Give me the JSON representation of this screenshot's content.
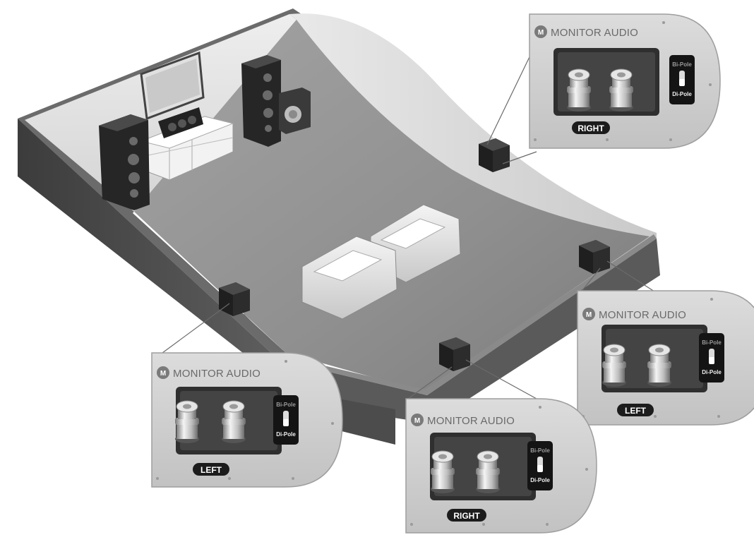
{
  "figure": {
    "brand_name": "MONITOR AUDIO",
    "brand_logo_icon": "monitor-audio-logo",
    "colors": {
      "room_floor": "#8c8c8c",
      "room_wall": "#5a5a5a",
      "panel_plate": "#d7d7d7",
      "panel_recess": "#3a3a3a",
      "switch_body": "#141414"
    },
    "panels": [
      {
        "id": "rear-right",
        "side_label": "RIGHT",
        "switch_top": "Bi-Pole",
        "switch_bottom": "Di-Pole"
      },
      {
        "id": "rear-left-side",
        "side_label": "LEFT",
        "switch_top": "Bi-Pole",
        "switch_bottom": "Di-Pole"
      },
      {
        "id": "front-left",
        "side_label": "LEFT",
        "switch_top": "Bi-Pole",
        "switch_bottom": "Di-Pole"
      },
      {
        "id": "front-right",
        "side_label": "RIGHT",
        "switch_top": "Bi-Pole",
        "switch_bottom": "Di-Pole"
      }
    ]
  }
}
